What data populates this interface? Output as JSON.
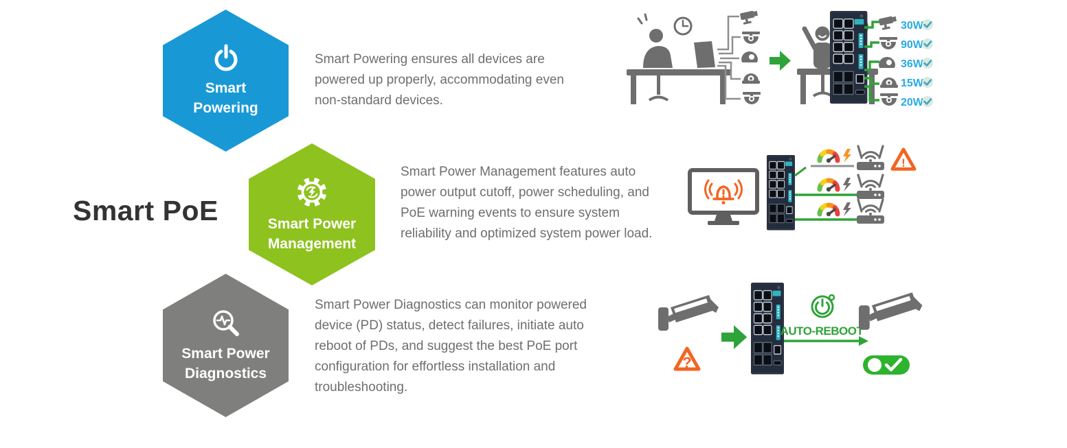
{
  "page": {
    "title": "Smart PoE"
  },
  "colors": {
    "powering_blue": "#1899d6",
    "management_green": "#8dc21f",
    "diagnostics_gray": "#7f7f7d",
    "wattage_blue": "#29abe2",
    "accent_green": "#2fa339",
    "alert_orange": "#f26522",
    "switch_dark": "#242d3d",
    "switch_teal": "#2fb3c2",
    "body_text": "#6d6e71"
  },
  "glyphs": {
    "alert": "!",
    "unknown": "?"
  },
  "sections": [
    {
      "badge": "Smart Powering",
      "icon": "power-icon",
      "description": "Smart Powering ensures all devices are powered up properly, accommodating even non-standard devices.",
      "illustration": {
        "name": "before-after-powering",
        "devices": [
          {
            "label": "30W",
            "status_icon": "check-icon"
          },
          {
            "label": "90W",
            "status_icon": "check-icon"
          },
          {
            "label": "36W",
            "status_icon": "check-icon"
          },
          {
            "label": "15W",
            "status_icon": "check-icon"
          },
          {
            "label": "20W",
            "status_icon": "check-icon"
          }
        ]
      }
    },
    {
      "badge": "Smart Power Management",
      "icon": "gear-energy-icon",
      "description": "Smart Power Management features auto power output cutoff, power scheduling, and PoE warning events to ensure system reliability and optimized system power load.",
      "illustration": {
        "name": "alert-monitoring"
      }
    },
    {
      "badge": "Smart Power Diagnostics",
      "icon": "diagnostics-search-icon",
      "description": "Smart Power Diagnostics can monitor powered device (PD) status, detect failures, initiate auto reboot of PDs, and suggest the best PoE port configuration for effortless installation and troubleshooting.",
      "illustration": {
        "name": "auto-reboot",
        "auto_reboot_label": "AUTO-REBOOT"
      }
    }
  ]
}
